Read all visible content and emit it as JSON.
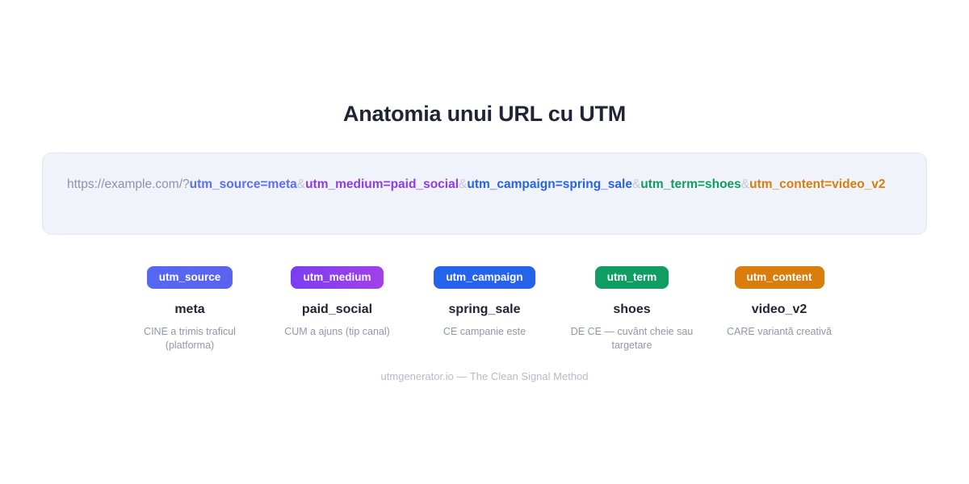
{
  "title": "Anatomia unui URL cu UTM",
  "url": {
    "base": "https://example.com/?",
    "separator": "&",
    "params": [
      {
        "text": "utm_source=meta",
        "key": "utm_source"
      },
      {
        "text": "utm_medium=paid_social",
        "key": "utm_medium"
      },
      {
        "text": "utm_campaign=spring_sale",
        "key": "utm_campaign"
      },
      {
        "text": "utm_term=shoes",
        "key": "utm_term"
      },
      {
        "text": "utm_content=video_v2",
        "key": "utm_content"
      }
    ]
  },
  "params": [
    {
      "badge": "utm_source",
      "value": "meta",
      "desc": "CINE a trimis traficul (platforma)",
      "color": "#5468f2"
    },
    {
      "badge": "utm_medium",
      "value": "paid_social",
      "desc": "CUM a ajuns (tip canal)",
      "color": "#8b3dea"
    },
    {
      "badge": "utm_campaign",
      "value": "spring_sale",
      "desc": "CE campanie este",
      "color": "#2563eb"
    },
    {
      "badge": "utm_term",
      "value": "shoes",
      "desc": "DE CE — cuvânt cheie sau targetare",
      "color": "#0f9d63"
    },
    {
      "badge": "utm_content",
      "value": "video_v2",
      "desc": "CARE variantă creativă",
      "color": "#d97d0d"
    }
  ],
  "footer": "utmgenerator.io — The Clean Signal Method"
}
